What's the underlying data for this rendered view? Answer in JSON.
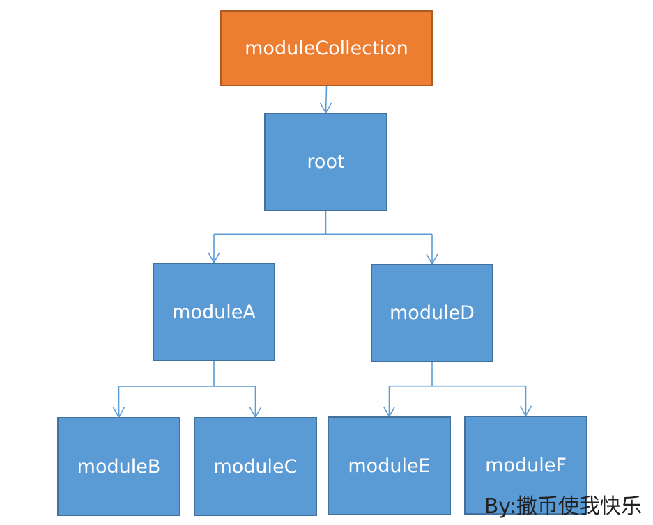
{
  "diagram": {
    "nodes": {
      "module_collection": "moduleCollection",
      "root": "root",
      "module_a": "moduleA",
      "module_d": "moduleD",
      "module_b": "moduleB",
      "module_c": "moduleC",
      "module_e": "moduleE",
      "module_f": "moduleF"
    },
    "edges": [
      [
        "module_collection",
        "root"
      ],
      [
        "root",
        "module_a"
      ],
      [
        "root",
        "module_d"
      ],
      [
        "module_a",
        "module_b"
      ],
      [
        "module_a",
        "module_c"
      ],
      [
        "module_d",
        "module_e"
      ],
      [
        "module_d",
        "module_f"
      ]
    ]
  },
  "colors": {
    "accent_orange": "#ed7d31",
    "box_blue": "#5b9bd5",
    "connector": "#5b9bd5"
  },
  "watermark": "By:撒币使我快乐"
}
